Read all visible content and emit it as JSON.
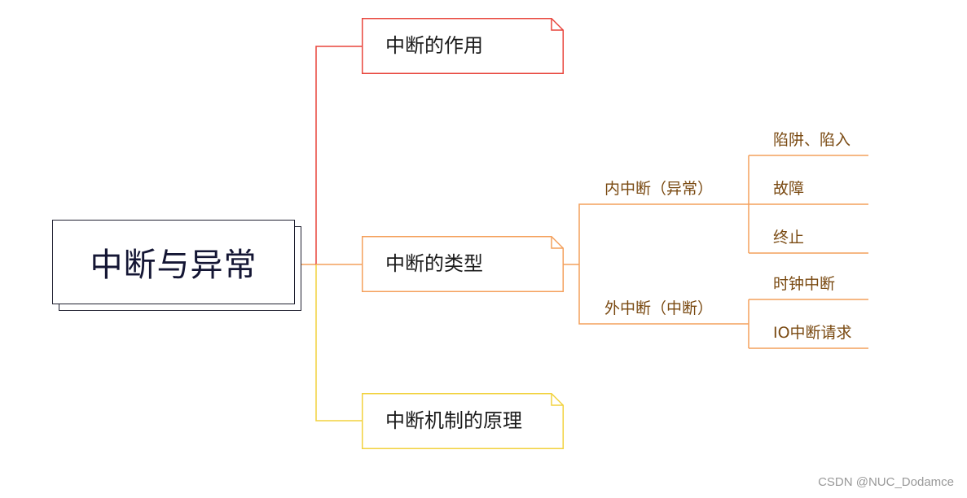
{
  "root": {
    "label": "中断与异常"
  },
  "topics": [
    {
      "label": "中断的作用",
      "color": "#e8453c"
    },
    {
      "label": "中断的类型",
      "color": "#f4a05c"
    },
    {
      "label": "中断机制的原理",
      "color": "#f2d23e"
    }
  ],
  "types": {
    "internal": {
      "label": "内中断（异常）",
      "children": [
        "陷阱、陷入",
        "故障",
        "终止"
      ]
    },
    "external": {
      "label": "外中断（中断）",
      "children": [
        "时钟中断",
        "IO中断请求"
      ]
    }
  },
  "watermark": "CSDN @NUC_Dodamce",
  "colors": {
    "root_border": "#1f2030",
    "branch_orange": "#f4a05c",
    "leaf_text": "#7a4a12"
  }
}
